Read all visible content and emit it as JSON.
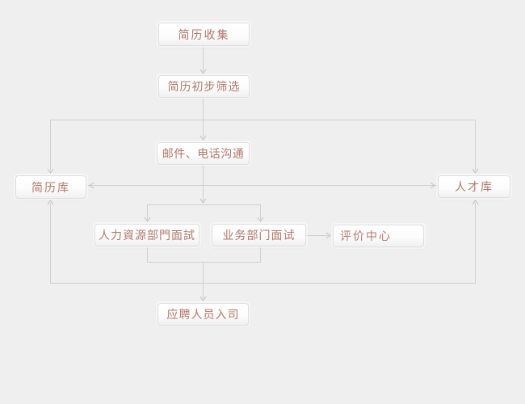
{
  "canvas": {
    "background_color": "#efefef",
    "line_color": "#d0d0d0",
    "arrow_color": "#bfbfbf",
    "node_border_color": "#dfdfdf",
    "node_background_color": "#ffffff",
    "node_text_color": "#b1796b"
  },
  "flowchart": {
    "title": "recruitment-process-flow",
    "nodes": [
      {
        "id": "resume-collection",
        "label": "简历收集"
      },
      {
        "id": "resume-screening",
        "label": "简历初步筛选"
      },
      {
        "id": "communication",
        "label": "邮件、电话沟通"
      },
      {
        "id": "resume-pool",
        "label": "简历库"
      },
      {
        "id": "talent-pool",
        "label": "人才库"
      },
      {
        "id": "hr-interview",
        "label": "人力資源部門面試"
      },
      {
        "id": "business-interview",
        "label": "业务部门面试"
      },
      {
        "id": "evaluation-center",
        "label": "评价中心"
      },
      {
        "id": "onboarding",
        "label": "应聘人员入司"
      }
    ],
    "edges": [
      {
        "from": "resume-collection",
        "to": "resume-screening"
      },
      {
        "from": "resume-screening",
        "to": "communication"
      },
      {
        "from": "resume-screening",
        "to": "resume-pool"
      },
      {
        "from": "resume-screening",
        "to": "talent-pool"
      },
      {
        "from": "communication",
        "to": "resume-pool"
      },
      {
        "from": "communication",
        "to": "talent-pool"
      },
      {
        "from": "communication",
        "to": "hr-interview"
      },
      {
        "from": "communication",
        "to": "business-interview"
      },
      {
        "from": "business-interview",
        "to": "evaluation-center"
      },
      {
        "from": "hr-interview",
        "to": "onboarding"
      },
      {
        "from": "business-interview",
        "to": "onboarding"
      },
      {
        "from": "interviews-join",
        "to": "resume-pool"
      },
      {
        "from": "interviews-join",
        "to": "talent-pool"
      }
    ]
  }
}
